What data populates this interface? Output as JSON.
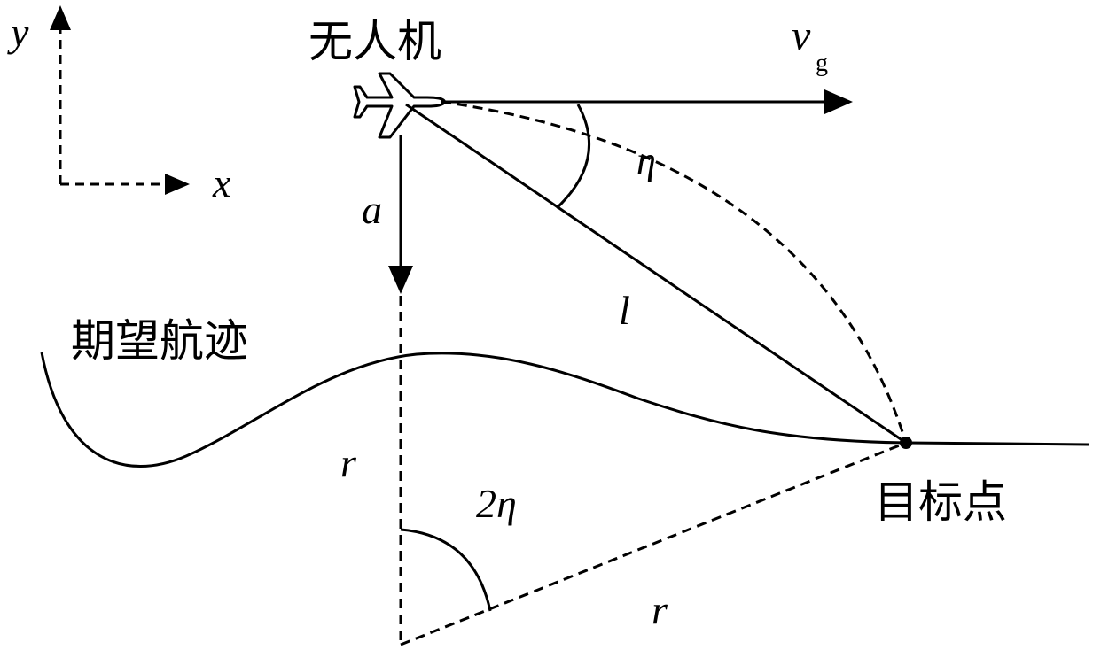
{
  "labels": {
    "axis_y": "y",
    "axis_x": "x",
    "uav": "无人机",
    "velocity": "v",
    "velocity_sub": "g",
    "eta": "η",
    "a": "a",
    "l": "l",
    "desired_path": "期望航迹",
    "target": "目标点",
    "r_vertical": "r",
    "two_eta": "2η",
    "r_diagonal": "r"
  },
  "icons": {
    "aircraft": "airplane-icon"
  },
  "colors": {
    "stroke": "#000000",
    "background": "#ffffff"
  }
}
